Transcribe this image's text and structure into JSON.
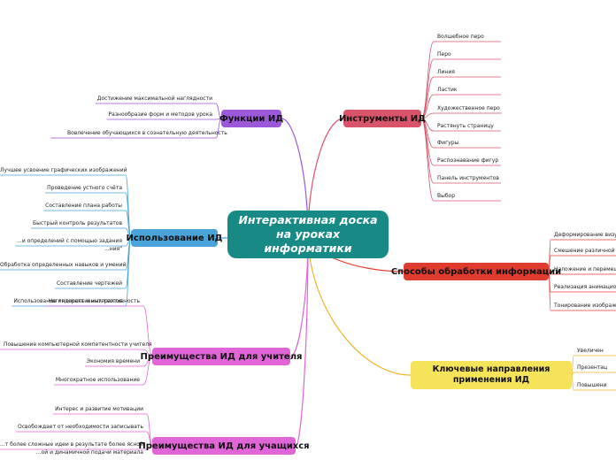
{
  "title": "Интерактивная доска на уроках информатики",
  "colors": {
    "center": "#178a86",
    "functions": "#9b59d9",
    "tools": "#d9546a",
    "usage": "#4aa3d9",
    "teacher": "#e065d6",
    "students": "#e065d6",
    "processing": "#e03b2f",
    "directions": "#f5e35a"
  },
  "branches": {
    "functions": {
      "label": "Функции ИД",
      "items": [
        "Достижение максимальной наглядности",
        "Разнообразие форм и методов урока",
        "Вовлечение обучающихся в сознательную деятельность"
      ]
    },
    "tools": {
      "label": "Инструменты ИД",
      "items": [
        "Волшебное перо",
        "Перо",
        "Линия",
        "Ластик",
        "Художественное перо",
        "Растянуть страницу",
        "Фигуры",
        "Распознавание фигур",
        "Панель инструментов",
        "Выбор"
      ]
    },
    "usage": {
      "label": "Использование ИД",
      "items": [
        "Лучшее усвоение графических изображений",
        "Проведение устного счёта",
        "Составление плана работы",
        "Быстрый контроль результатов",
        "...и определений с помощью задания",
        "...ния\"",
        "Обработка определенных навыков и умений",
        "Составление чертежей",
        "Использование интерактивных тестов"
      ]
    },
    "teacher": {
      "label": "Преимущества ИД для учителя",
      "items": [
        "Наглядность и интерактивность",
        "Повышение компьютерной компетентности учителя",
        "Экономия времени",
        "Многократное использование"
      ]
    },
    "students": {
      "label": "Преимущества ИД для учащихся",
      "items": [
        "Интерес и развитие мотивации",
        "Освобождает от необходимости записывать",
        "...т более сложные идеи в результате более ясной,",
        "...ой и динамичной подачи материала"
      ]
    },
    "processing": {
      "label": "Способы обработки информации",
      "items": [
        "Деформирование визуа",
        "Смешение различной и",
        "Наложение и перемещ",
        "Реализация анимацио",
        "Тонирование изображе"
      ]
    },
    "directions": {
      "label": "Ключевые направления применения ИД",
      "items": [
        "Увеличен",
        "Презентац",
        "Повышени"
      ]
    }
  }
}
